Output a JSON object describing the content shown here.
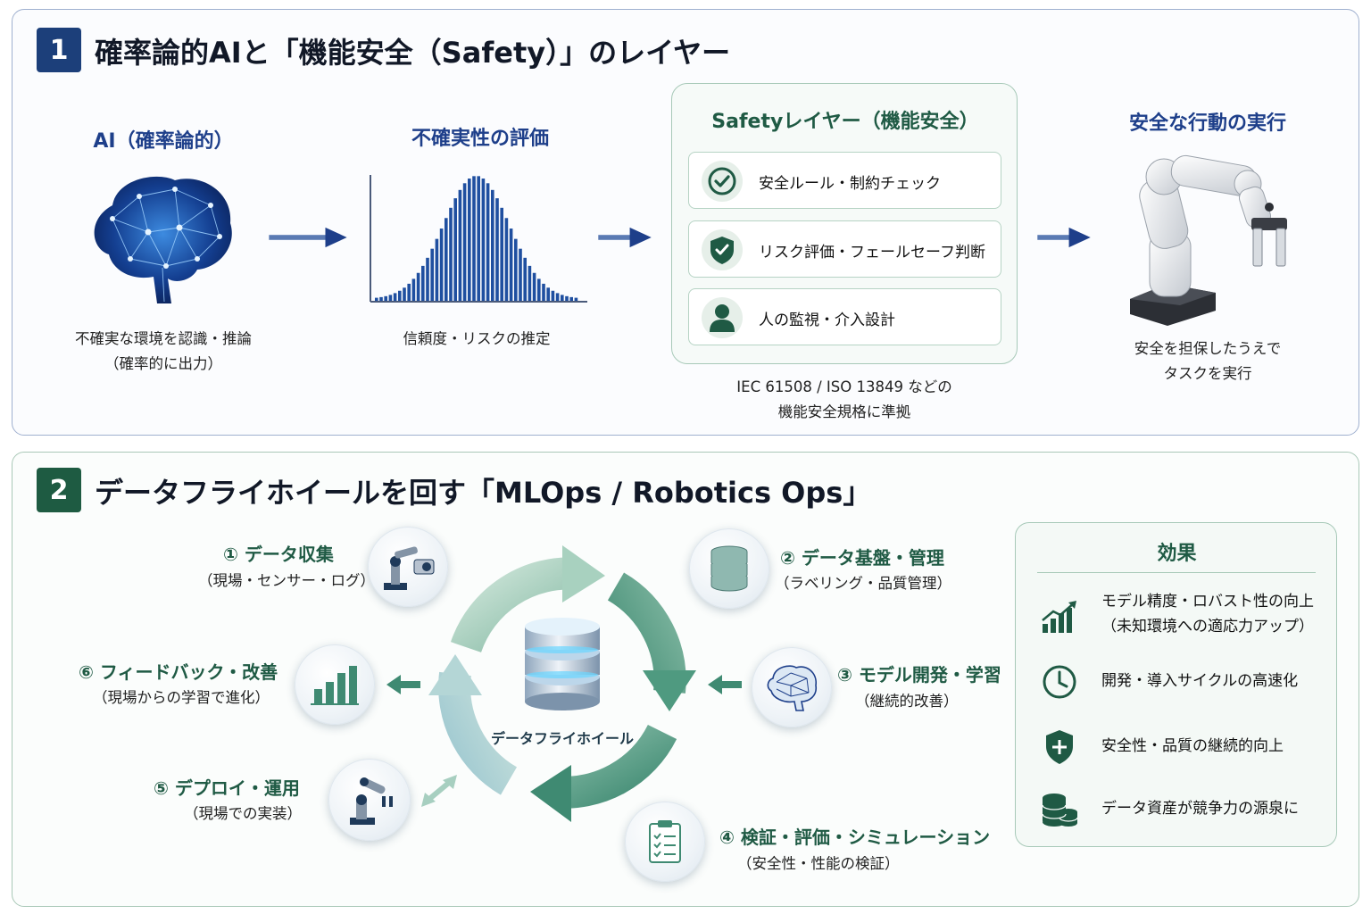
{
  "section1": {
    "number": "1",
    "title": "確率論的AIと「機能安全（Safety）」のレイヤー",
    "ai": {
      "heading": "AI（確率論的）",
      "caption_line1": "不確実な環境を認識・推論",
      "caption_line2": "（確率的に出力）"
    },
    "uncertainty": {
      "heading": "不確実性の評価",
      "caption": "信頼度・リスクの推定"
    },
    "safety": {
      "heading": "Safetyレイヤー（機能安全）",
      "rows": [
        {
          "label": "安全ルール・制約チェック",
          "icon": "check-circle-icon"
        },
        {
          "label": "リスク評価・フェールセーフ判断",
          "icon": "shield-icon"
        },
        {
          "label": "人の監視・介入設計",
          "icon": "person-icon"
        }
      ],
      "note_line1": "IEC 61508 / ISO 13849 などの",
      "note_line2": "機能安全規格に準拠"
    },
    "execution": {
      "heading": "安全な行動の実行",
      "caption_line1": "安全を担保したうえで",
      "caption_line2": "タスクを実行"
    }
  },
  "section2": {
    "number": "2",
    "title": "データフライホイールを回す「MLOps / Robotics Ops」",
    "center_label": "データフライホイール",
    "steps": [
      {
        "title": "① データ収集",
        "caption": "（現場・センサー・ログ）",
        "icon": "robot-arm-camera-icon"
      },
      {
        "title": "② データ基盤・管理",
        "caption": "（ラベリング・品質管理）",
        "icon": "database-icon"
      },
      {
        "title": "③ モデル開発・学習",
        "caption": "（継続的改善）",
        "icon": "brain-icon"
      },
      {
        "title": "④ 検証・評価・シミュレーション",
        "caption": "（安全性・性能の検証）",
        "icon": "clipboard-checklist-icon"
      },
      {
        "title": "⑤ デプロイ・運用",
        "caption": "（現場での実装）",
        "icon": "robot-arm-icon"
      },
      {
        "title": "⑥ フィードバック・改善",
        "caption": "（現場からの学習で進化）",
        "icon": "bar-chart-icon"
      }
    ],
    "effects": {
      "heading": "効果",
      "items": [
        {
          "line1": "モデル精度・ロバスト性の向上",
          "line2": "（未知環境への適応力アップ）",
          "icon": "growth-chart-icon"
        },
        {
          "line1": "開発・導入サイクルの高速化",
          "line2": "",
          "icon": "clock-icon"
        },
        {
          "line1": "安全性・品質の継続的向上",
          "line2": "",
          "icon": "shield-plus-icon"
        },
        {
          "line1": "データ資産が競争力の源泉に",
          "line2": "",
          "icon": "coins-stack-icon"
        }
      ]
    }
  },
  "colors": {
    "navy": "#1e3f8a",
    "badge1": "#1c3f7a",
    "badge2": "#1e5b42",
    "green": "#1f5a44",
    "wheel_light": "#a9cdbd",
    "wheel_dark": "#3f8a72"
  }
}
